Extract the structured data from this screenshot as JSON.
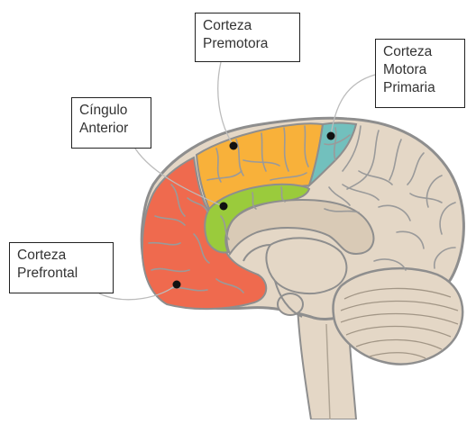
{
  "labels": {
    "corteza_premotora": {
      "line1": "Corteza",
      "line2": "Premotora"
    },
    "corteza_motora_primaria": {
      "line1": "Corteza",
      "line2": "Motora",
      "line3": "Primaria"
    },
    "cingulo_anterior": {
      "line1": "Cíngulo",
      "line2": "Anterior"
    },
    "corteza_prefrontal": {
      "line1": "Corteza",
      "line2": "Prefrontal"
    }
  },
  "colors": {
    "brain_base": "#e4d7c6",
    "gyri_lines": "#9a9a9a",
    "prefrontal": "#ef6a4e",
    "premotora": "#f8b13a",
    "motora_primaria": "#72c0bd",
    "cingulo": "#9acb3c",
    "leader_lines": "#bcbcbc"
  }
}
